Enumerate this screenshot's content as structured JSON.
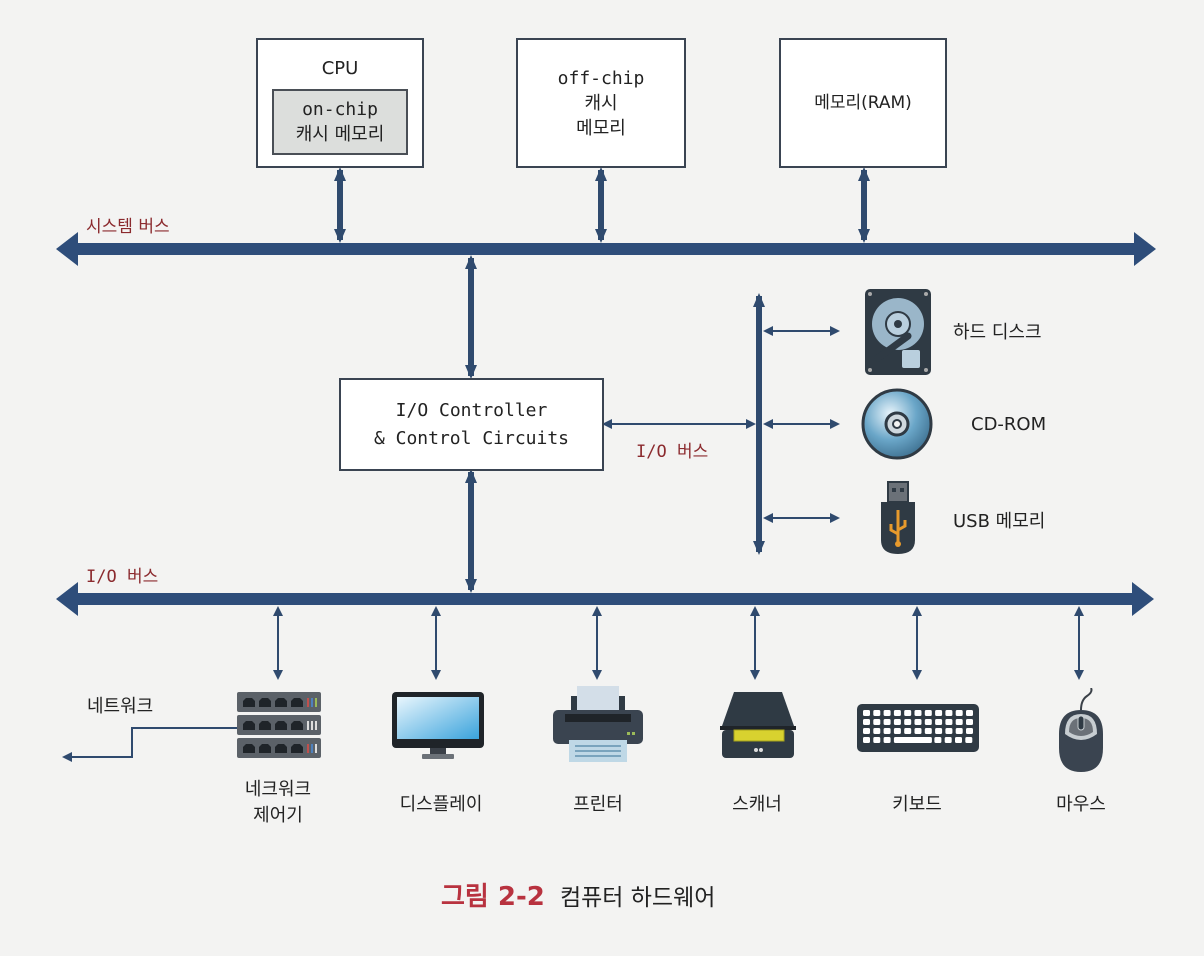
{
  "top_components": {
    "cpu": {
      "title": "CPU",
      "inner_line1": "on-chip",
      "inner_line2": "캐시 메모리"
    },
    "offchip": {
      "line1": "off-chip",
      "line2": "캐시",
      "line3": "메모리"
    },
    "ram": {
      "label": "메모리(RAM)"
    }
  },
  "buses": {
    "system_bus": "시스템 버스",
    "io_bus_mid": "I/O 버스",
    "io_bus_bottom": "I/O 버스"
  },
  "io_controller": {
    "line1": "I/O Controller",
    "line2": "& Control Circuits"
  },
  "storage_devices": [
    {
      "icon": "hard-disk-icon",
      "label": "하드 디스크"
    },
    {
      "icon": "cd-rom-icon",
      "label": "CD-ROM"
    },
    {
      "icon": "usb-icon",
      "label": "USB 메모리"
    }
  ],
  "network": {
    "label": "네트워크"
  },
  "peripheral_devices": [
    {
      "icon": "network-switch-icon",
      "line1": "네크워크",
      "line2": "제어기"
    },
    {
      "icon": "monitor-icon",
      "line1": "디스플레이",
      "line2": ""
    },
    {
      "icon": "printer-icon",
      "line1": "프린터",
      "line2": ""
    },
    {
      "icon": "scanner-icon",
      "line1": "스캐너",
      "line2": ""
    },
    {
      "icon": "keyboard-icon",
      "line1": "키보드",
      "line2": ""
    },
    {
      "icon": "mouse-icon",
      "line1": "마우스",
      "line2": ""
    }
  ],
  "caption": {
    "number": "그림 2-2",
    "title": "컴퓨터 하드웨어"
  },
  "colors": {
    "bus": "#2e4d7a",
    "arrow": "#2f4a6e",
    "bus_label": "#8b2a2e",
    "caption_number": "#b8323f"
  }
}
